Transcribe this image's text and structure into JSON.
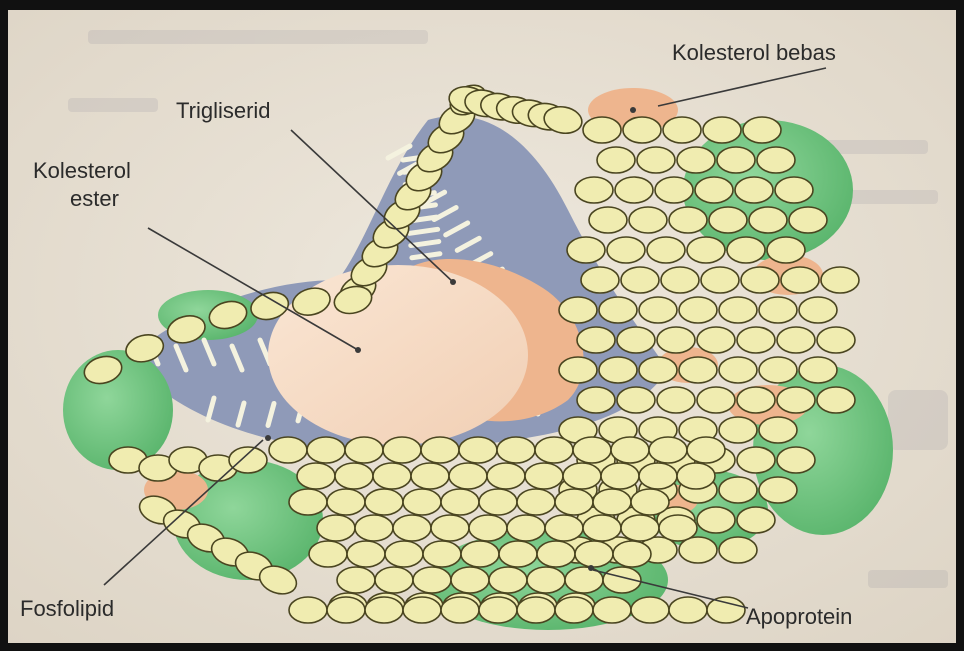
{
  "diagram": {
    "labels": {
      "free_cholesterol": "Kolesterol bebas",
      "triglyceride": "Trigliserid",
      "cholesteryl_ester_line1": "Kolesterol",
      "cholesteryl_ester_line2": "ester",
      "phospholipid": "Fosfolipid",
      "apoprotein": "Apoprotein"
    },
    "colors": {
      "paper": "#e9e2d6",
      "core_blue": "#8f9ab8",
      "ester": "#f7dec9",
      "triglyceride": "#eeb58e",
      "apoprotein": "#6cc37d",
      "phospholipid_head": "#f0ecb0",
      "tail": "#f4f2df"
    }
  }
}
